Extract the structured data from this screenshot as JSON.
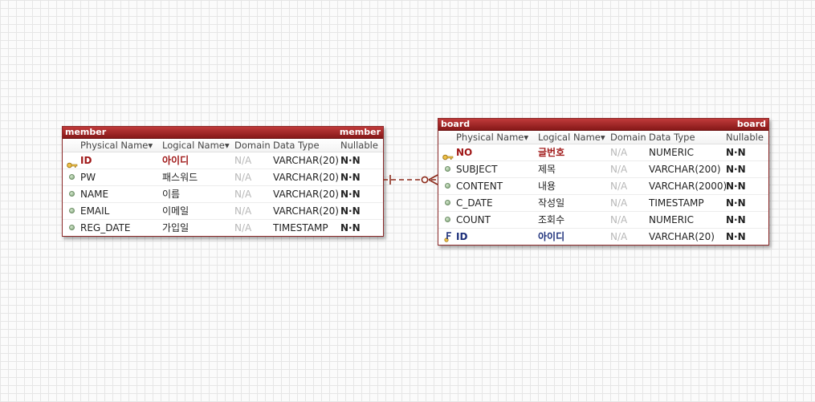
{
  "columns": {
    "physical": "Physical Name▾",
    "logical": "Logical Name▾",
    "domain": "Domain",
    "datatype": "Data Type",
    "nullable": "Nullable"
  },
  "member": {
    "name_left": "member",
    "name_right": "member",
    "rows": [
      {
        "physical": "ID",
        "logical": "아이디",
        "domain": "N/A",
        "type": "VARCHAR(20)",
        "nullable": "N·N",
        "kind": "pk"
      },
      {
        "physical": "PW",
        "logical": "패스워드",
        "domain": "N/A",
        "type": "VARCHAR(20)",
        "nullable": "N·N",
        "kind": "attr"
      },
      {
        "physical": "NAME",
        "logical": "이름",
        "domain": "N/A",
        "type": "VARCHAR(20)",
        "nullable": "N·N",
        "kind": "attr"
      },
      {
        "physical": "EMAIL",
        "logical": "이메일",
        "domain": "N/A",
        "type": "VARCHAR(20)",
        "nullable": "N·N",
        "kind": "attr"
      },
      {
        "physical": "REG_DATE",
        "logical": "가입일",
        "domain": "N/A",
        "type": "TIMESTAMP",
        "nullable": "N·N",
        "kind": "attr"
      }
    ]
  },
  "board": {
    "name_left": "board",
    "name_right": "board",
    "rows": [
      {
        "physical": "NO",
        "logical": "글번호",
        "domain": "N/A",
        "type": "NUMERIC",
        "nullable": "N·N",
        "kind": "pk"
      },
      {
        "physical": "SUBJECT",
        "logical": "제목",
        "domain": "N/A",
        "type": "VARCHAR(200)",
        "nullable": "N·N",
        "kind": "attr"
      },
      {
        "physical": "CONTENT",
        "logical": "내용",
        "domain": "N/A",
        "type": "VARCHAR(2000)",
        "nullable": "N·N",
        "kind": "attr"
      },
      {
        "physical": "C_DATE",
        "logical": "작성일",
        "domain": "N/A",
        "type": "TIMESTAMP",
        "nullable": "N·N",
        "kind": "attr"
      },
      {
        "physical": "COUNT",
        "logical": "조회수",
        "domain": "N/A",
        "type": "NUMERIC",
        "nullable": "N·N",
        "kind": "attr"
      },
      {
        "physical": "ID",
        "logical": "아이디",
        "domain": "N/A",
        "type": "VARCHAR(20)",
        "nullable": "N·N",
        "kind": "fk"
      }
    ]
  },
  "colors": {
    "header": "#a52a2a",
    "primary_key": "#a01818",
    "foreign_key": "#1c2f7a",
    "relationship": "#8c2a1a",
    "grid": "#e6e6e6"
  },
  "icons": {
    "primary_key": "key-icon",
    "attribute": "attribute-dot-icon",
    "foreign_key": "foreign-key-icon"
  },
  "relationship": {
    "from": "member",
    "to": "board",
    "cardinality": "one-to-zero-or-many"
  }
}
